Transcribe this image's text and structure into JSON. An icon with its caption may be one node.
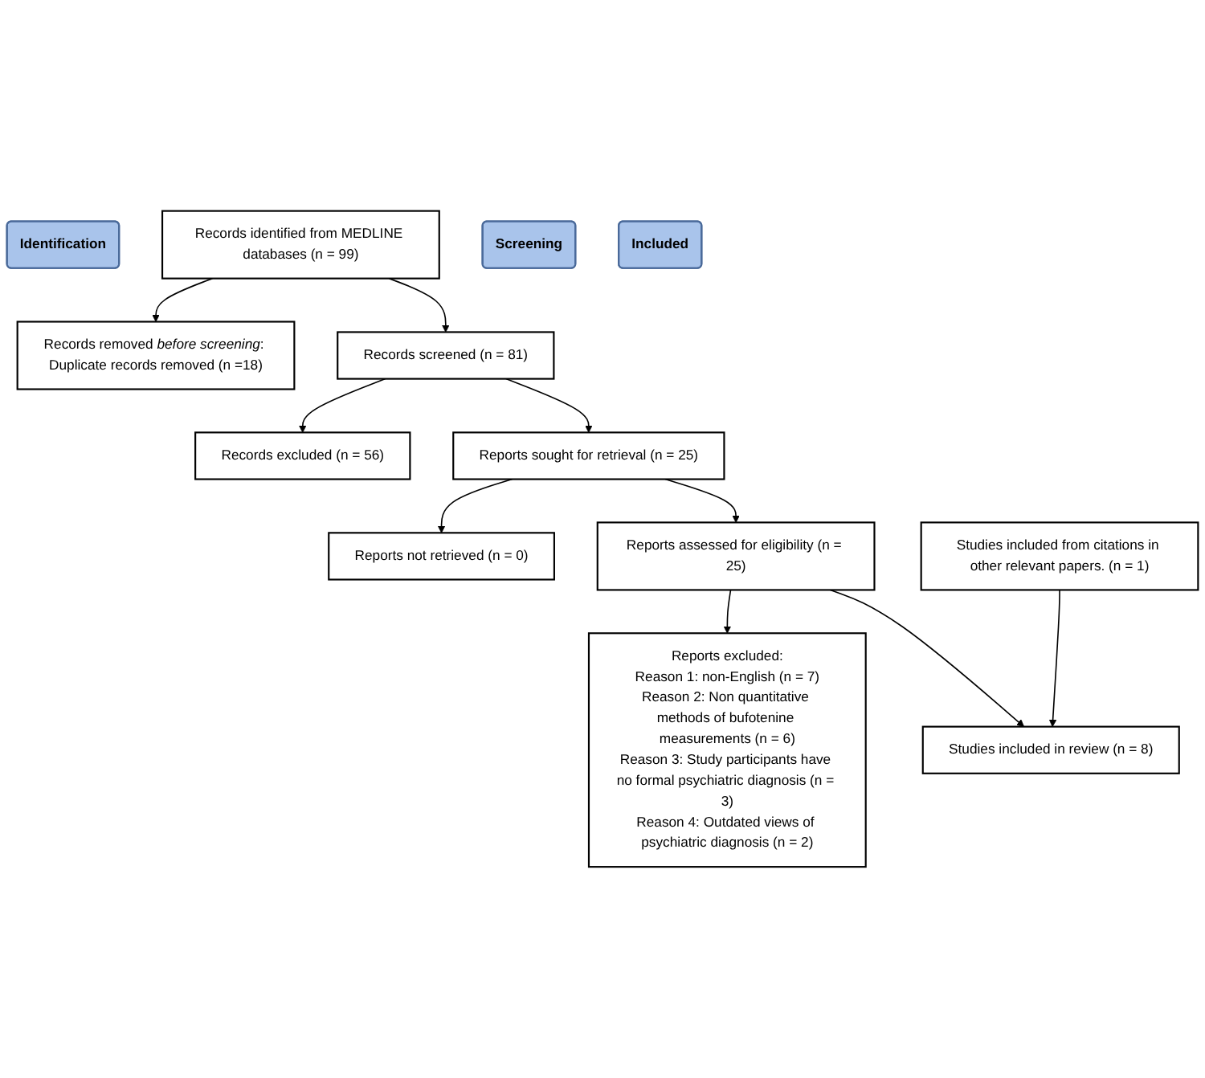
{
  "diagram": {
    "nodes": [
      {
        "text": [
          "Identification"
        ]
      },
      {
        "text": [
          "Records identified from MEDLINE databases (n = 99)"
        ]
      },
      {
        "text": [
          "Records removed *before screening*: Duplicate records removed (n =18)"
        ]
      },
      {
        "text": [
          "Screening"
        ]
      },
      {
        "text": [
          "Records screened (n = 81)"
        ]
      },
      {
        "text": [
          "Records excluded (n = 56)"
        ]
      },
      {
        "text": [
          "Reports sought for retrieval (n = 25)"
        ]
      },
      {
        "text": [
          "Reports not retrieved (n = 0)"
        ]
      },
      {
        "text": [
          "Reports assessed for eligibility (n = 25)"
        ]
      },
      {
        "text": [
          "Reports excluded:",
          "Reason 1: non-English (n = 7)",
          "Reason 2: Non quantitative methods of bufotenine measurements (n = 6)",
          "Reason 3: Study participants have no formal psychiatric diagnosis (n = 3)",
          "Reason 4: Outdated views of psychiatric diagnosis (n = 2)"
        ]
      },
      {
        "text": [
          "Included"
        ]
      },
      {
        "text": [
          "Studies included in review (n = 8)"
        ]
      },
      {
        "text": [
          "Studies included from citations in other relevant papers. (n = 1)"
        ]
      }
    ],
    "edges": [
      {
        "from": 1,
        "to": 2,
        "arrow": "to"
      },
      {
        "from": 1,
        "to": 4,
        "arrow": "to"
      },
      {
        "from": 4,
        "to": 5,
        "arrow": "to"
      },
      {
        "from": 4,
        "to": 6,
        "arrow": "to"
      },
      {
        "from": 6,
        "to": 7,
        "arrow": "to"
      },
      {
        "from": 6,
        "to": 8,
        "arrow": "to"
      },
      {
        "from": 8,
        "to": 9,
        "arrow": "to"
      },
      {
        "from": 8,
        "to": 11,
        "arrow": "to"
      },
      {
        "from": 12,
        "to": 11,
        "arrow": "to"
      }
    ]
  }
}
